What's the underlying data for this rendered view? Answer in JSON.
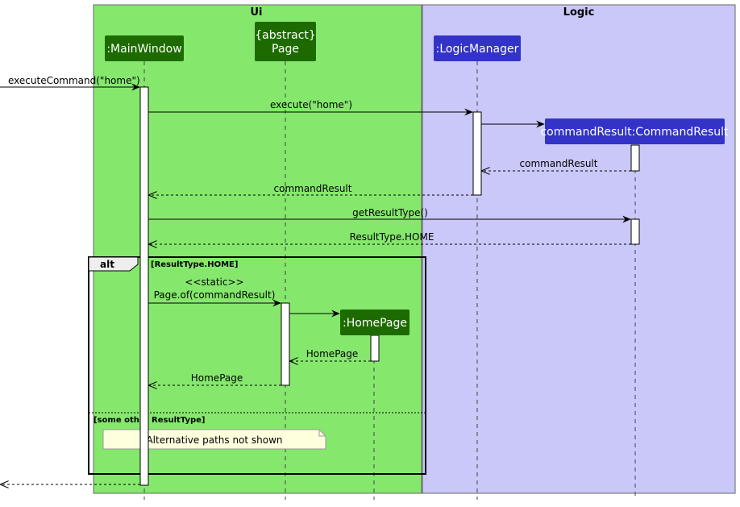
{
  "lanes": {
    "ui": {
      "title": "Ui",
      "color": "#85E86D"
    },
    "logic": {
      "title": "Logic",
      "color": "#C9C8F8"
    }
  },
  "participants": {
    "main_window": {
      "label": ":MainWindow",
      "color": "#1D6B00"
    },
    "page_line1": "{abstract}",
    "page_line2": "Page",
    "logic_manager": {
      "label": ":LogicManager",
      "color": "#3333C8"
    },
    "command_result": {
      "label": "commandResult:CommandResult",
      "color": "#3333C8"
    },
    "home_page": {
      "label": ":HomePage",
      "color": "#1D6B00"
    }
  },
  "messages": {
    "m1": "executeCommand(\"home\")",
    "m2": "execute(\"home\")",
    "m3": "commandResult",
    "m4": "commandResult",
    "m5": "getResultType()",
    "m6": "ResultType.HOME",
    "m7_line1": "<<static>>",
    "m7_line2": "Page.of(commandResult)",
    "m8": "HomePage",
    "m9": "HomePage"
  },
  "fragment": {
    "keyword": "alt",
    "guard1": "[ResultType.HOME]",
    "guard2": "[some other ResultType]",
    "note": "Alternative paths not shown"
  }
}
